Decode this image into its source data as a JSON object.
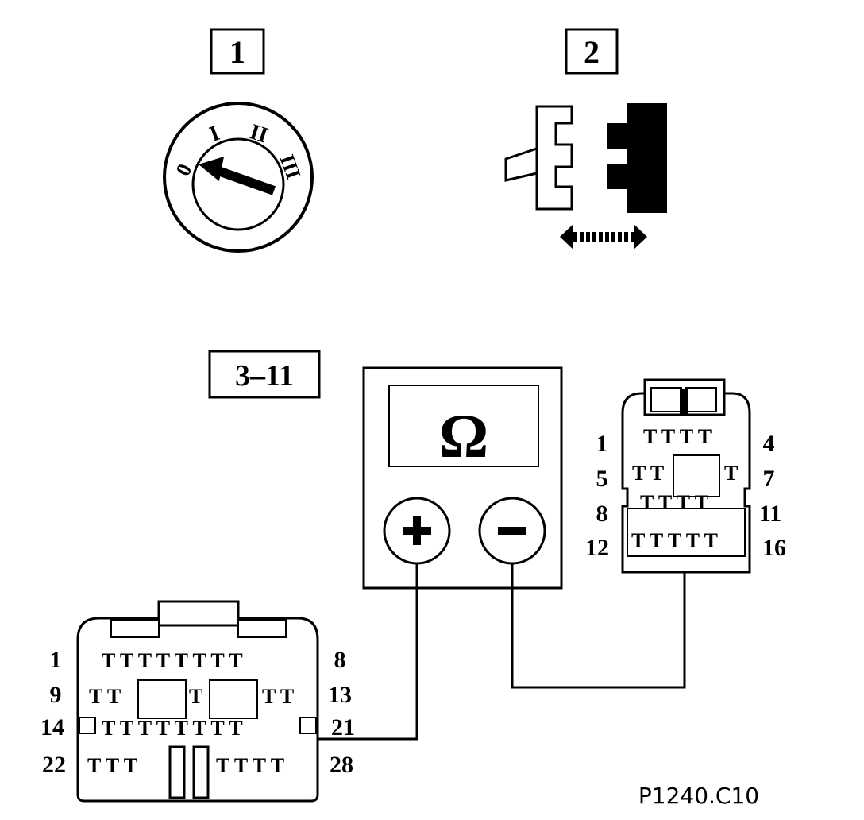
{
  "steps": {
    "step1": "1",
    "step2": "2",
    "step3": "3–11"
  },
  "ignition_positions": [
    "0",
    "I",
    "II",
    "III"
  ],
  "meter": {
    "symbol": "Ω",
    "plus": "+",
    "minus": "−"
  },
  "connector_small": {
    "pin_labels": [
      "1",
      "4",
      "5",
      "7",
      "8",
      "11",
      "12",
      "16"
    ]
  },
  "connector_large": {
    "pin_labels": [
      "1",
      "8",
      "9",
      "13",
      "14",
      "21",
      "22",
      "28"
    ]
  },
  "figure_code": "P1240.C10"
}
